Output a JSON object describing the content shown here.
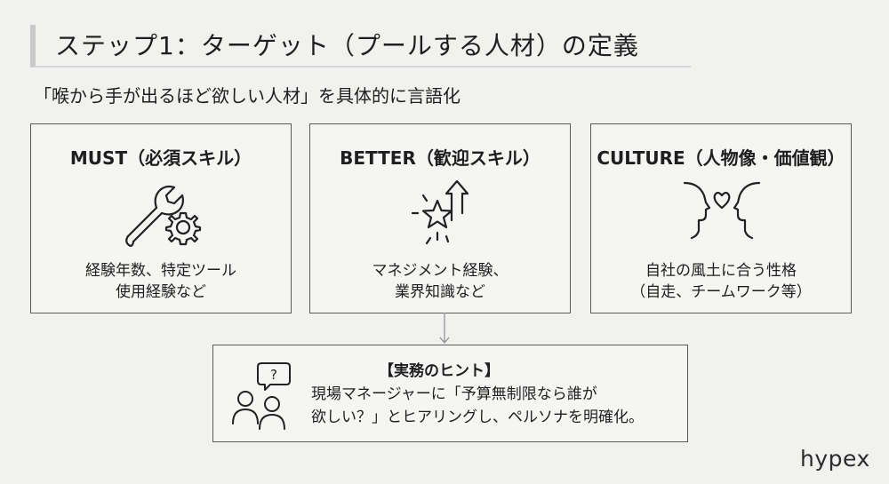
{
  "title": "ステップ1：ターゲット（プールする人材）の定義",
  "subtitle": "「喉から手が出るほど欲しい人材」を具体的に言語化",
  "cards": [
    {
      "title": "MUST（必須スキル）",
      "icon": "wrench-gear-icon",
      "desc": [
        "経験年数、特定ツール",
        "使用経験など"
      ]
    },
    {
      "title": "BETTER（歓迎スキル）",
      "icon": "star-arrow-icon",
      "desc": [
        "マネジメント経験、",
        "業界知識など"
      ]
    },
    {
      "title": "CULTURE（人物像・価値観）",
      "icon": "faces-heart-icon",
      "desc": [
        "自社の風土に合う性格",
        "（自走、チームワーク等）"
      ]
    }
  ],
  "hint": {
    "title": "【実務のヒント】",
    "icon": "people-question-icon",
    "body": [
      "現場マネージャーに「予算無制限なら誰が",
      "欲しい？」とヒアリングし、ペルソナを明確化。"
    ]
  },
  "logo": "hypex"
}
